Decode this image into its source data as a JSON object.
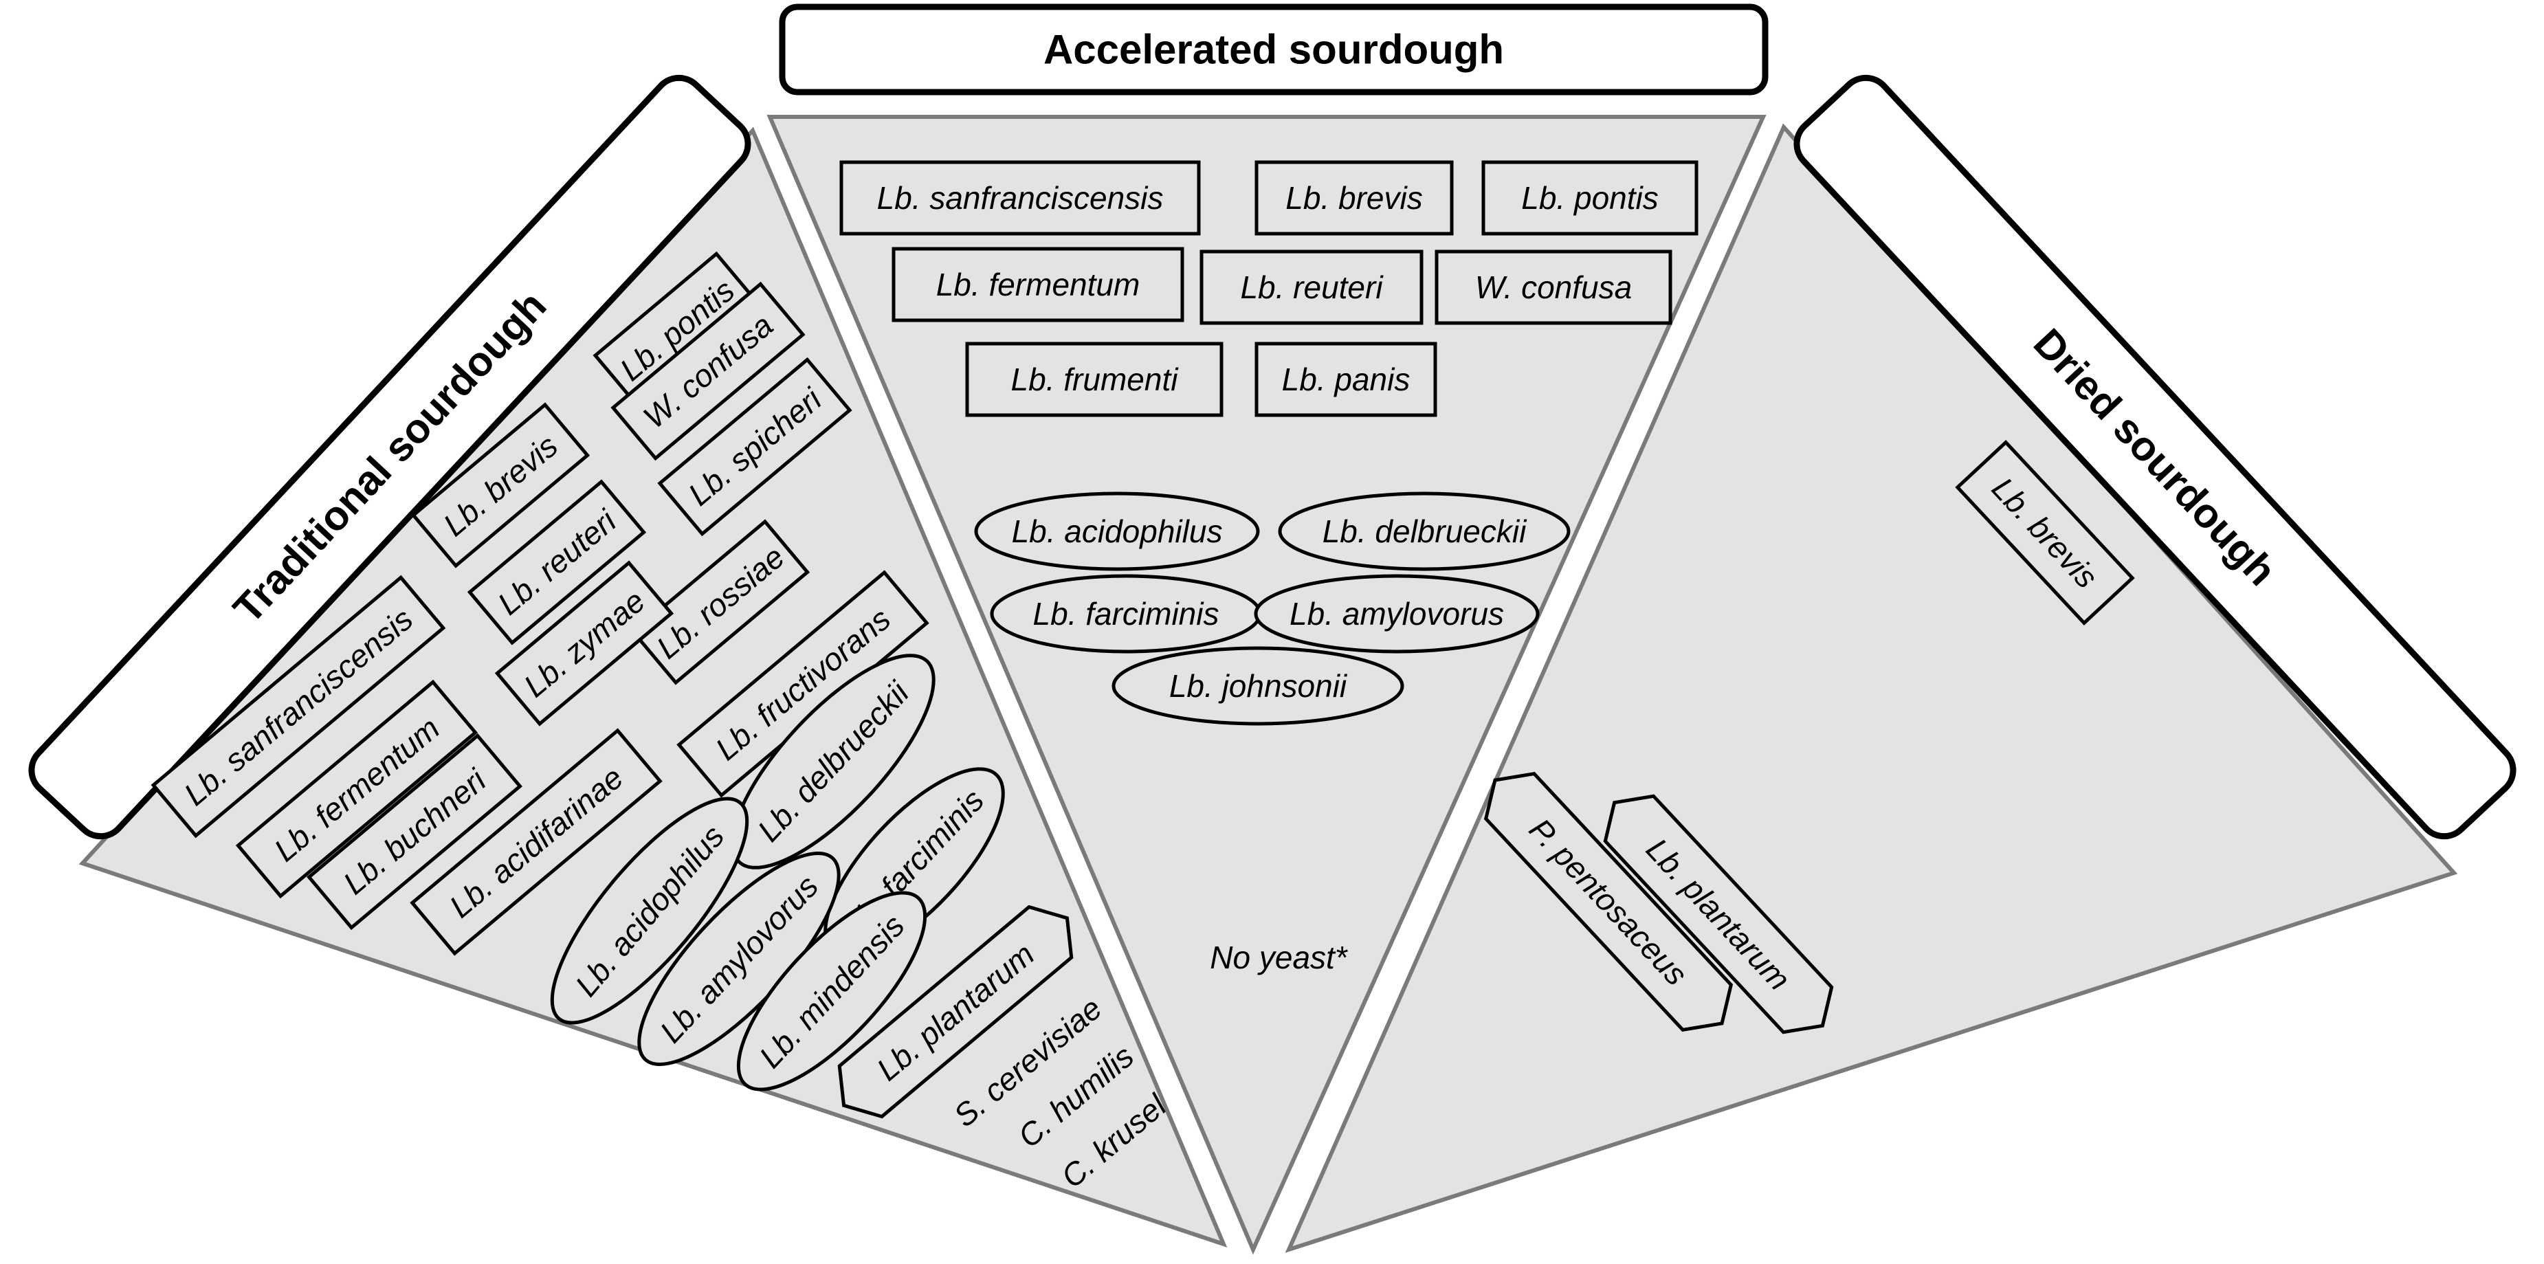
{
  "headers": {
    "traditional": "Traditional sourdough",
    "accelerated": "Accelerated sourdough",
    "dried": "Dried sourdough"
  },
  "traditional": {
    "rects": [
      "Lb. pontis",
      "W. confusa",
      "Lb. spicheri",
      "Lb. brevis",
      "Lb. reuteri",
      "Lb. rossiae",
      "Lb. zymae",
      "Lb. fructivorans",
      "Lb. sanfranciscensis",
      "Lb. fermentum",
      "Lb. buchneri",
      "Lb. acidifarinae"
    ],
    "ellipses": [
      "Lb. delbrueckii",
      "Lb. acidophilus",
      "Lb. farciminis",
      "Lb. amylovorus",
      "Lb. mindensis"
    ],
    "hexagons": [
      "Lb. plantarum"
    ],
    "yeasts": [
      "S. cerevisiae",
      "C. humilis",
      "C. krusel"
    ]
  },
  "accelerated": {
    "rects": [
      "Lb. sanfranciscensis",
      "Lb. brevis",
      "Lb. pontis",
      "Lb. fermentum",
      "Lb. reuteri",
      "W. confusa",
      "Lb. frumenti",
      "Lb. panis"
    ],
    "ellipses": [
      "Lb. acidophilus",
      "Lb. delbrueckii",
      "Lb. farciminis",
      "Lb. amylovorus",
      "Lb. johnsonii"
    ],
    "yeasts": [
      "No yeast*"
    ]
  },
  "dried": {
    "rects": [
      "Lb. brevis"
    ],
    "hexagons": [
      "P. pentosaceus",
      "Lb. plantarum"
    ]
  }
}
